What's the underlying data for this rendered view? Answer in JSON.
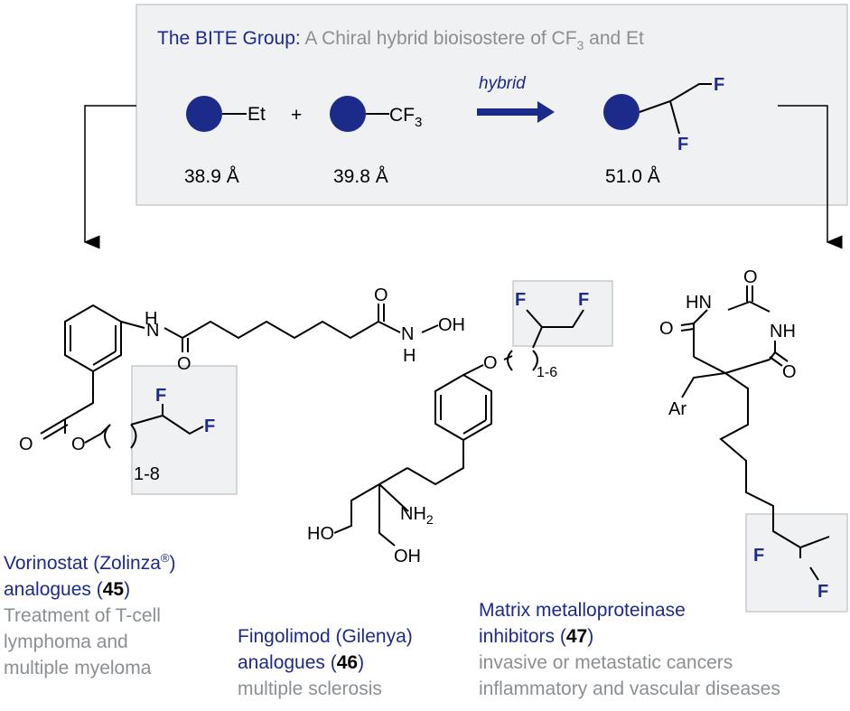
{
  "header": {
    "title_blue": "The BITE Group:",
    "title_grey_pre": " A Chiral hybrid bioisostere of CF",
    "title_sub": "3",
    "title_grey_post": " and Et"
  },
  "groups": {
    "et_label": "Et",
    "plus": "+",
    "cf_label": "CF",
    "cf_sub": "3",
    "hybrid_label": "hybrid",
    "bite_f_top": "F",
    "bite_f_bottom": "F"
  },
  "volumes": {
    "et": "38.9 Å",
    "cf3": "39.8 Å",
    "bite": "51.0 Å"
  },
  "structure45": {
    "H": "H",
    "N": "N",
    "O_amide": "O",
    "O_hydroxamate": "O",
    "N2": "N",
    "OH": "OH",
    "H2": "H",
    "O_ester1": "O",
    "O_ester2": "O",
    "F1": "F",
    "F2": "F",
    "range": "1-8"
  },
  "structure46": {
    "F1": "F",
    "F2": "F",
    "O": "O",
    "range": "1-6",
    "NH2_pre": "NH",
    "NH2_sub": "2",
    "HO": "HO",
    "OH": "OH"
  },
  "structure47": {
    "O_top": "O",
    "HN": "HN",
    "NH": "NH",
    "O_left": "O",
    "O_right": "O",
    "Ar": "Ar",
    "F1": "F",
    "F2": "F"
  },
  "captions": {
    "c45_line1_a": "Vorinostat (Zolinza",
    "c45_reg": "®",
    "c45_line1_b": ")",
    "c45_line2_a": "analogues (",
    "c45_num": "45",
    "c45_line2_b": ")",
    "c45_line3": "Treatment of T-cell",
    "c45_line4": "lymphoma and",
    "c45_line5": "multiple myeloma",
    "c46_line1": "Fingolimod (Gilenya)",
    "c46_line2_a": "analogues (",
    "c46_num": "46",
    "c46_line2_b": ")",
    "c46_line3": "multiple sclerosis",
    "c47_line1": "Matrix metalloproteinase",
    "c47_line2_a": "inhibitors (",
    "c47_num": "47",
    "c47_line2_b": ")",
    "c47_line3": "invasive or metastatic cancers",
    "c47_line4": "inflammatory and vascular diseases"
  },
  "colors": {
    "blue": "#1c2a8a",
    "grey": "#8a8f93",
    "box_fill": "#eff1f2",
    "box_stroke": "#c7cbcd"
  }
}
